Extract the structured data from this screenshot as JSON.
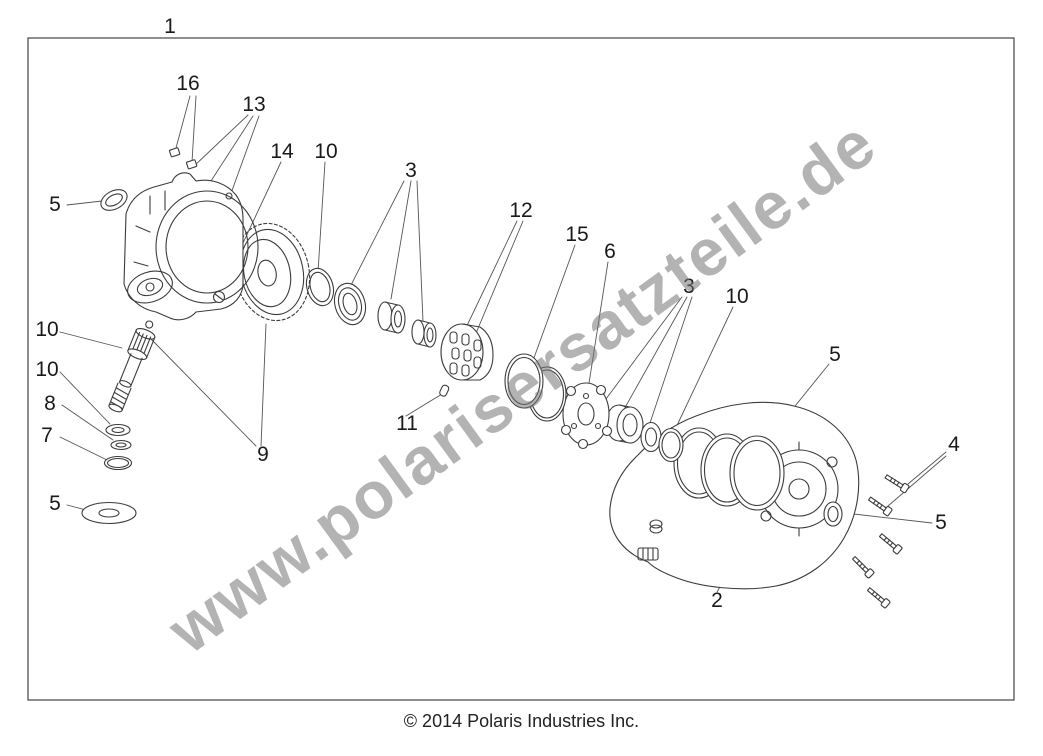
{
  "watermark": {
    "text": "www.polarisersatzteile.de"
  },
  "footer": {
    "copyright": "© 2014 Polaris Industries Inc."
  },
  "colors": {
    "line": "#3c3c3c",
    "watermark": "#757575",
    "text": "#1a1a1a"
  },
  "callouts": [
    {
      "label": "1"
    },
    {
      "label": "16"
    },
    {
      "label": "13"
    },
    {
      "label": "14"
    },
    {
      "label": "10"
    },
    {
      "label": "3"
    },
    {
      "label": "12"
    },
    {
      "label": "15"
    },
    {
      "label": "6"
    },
    {
      "label": "3"
    },
    {
      "label": "10"
    },
    {
      "label": "5"
    },
    {
      "label": "4"
    },
    {
      "label": "5"
    },
    {
      "label": "2"
    },
    {
      "label": "5"
    },
    {
      "label": "10"
    },
    {
      "label": "10"
    },
    {
      "label": "8"
    },
    {
      "label": "7"
    },
    {
      "label": "5"
    },
    {
      "label": "9"
    },
    {
      "label": "11"
    }
  ]
}
